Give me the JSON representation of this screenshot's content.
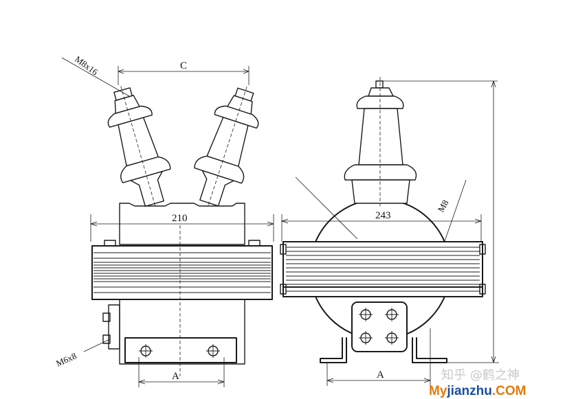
{
  "labels": {
    "bolt_top": "M8x16",
    "dim_c": "C",
    "dim_210": "210",
    "bolt_side": "M6x8",
    "dim_a_left": "A",
    "dim_243": "243",
    "thread_m8": "M8",
    "dim_a_right": "A"
  },
  "watermark": {
    "zhihu": "知乎 @鹤之神",
    "site_part1": "My",
    "site_part2": "jianzhu",
    "site_part3": ".COM"
  },
  "colors": {
    "line": "#1a1a1a",
    "watermark_gray": "#c9c9c9",
    "site_orange": "#e07a10",
    "site_blue": "#1a4fa0"
  }
}
